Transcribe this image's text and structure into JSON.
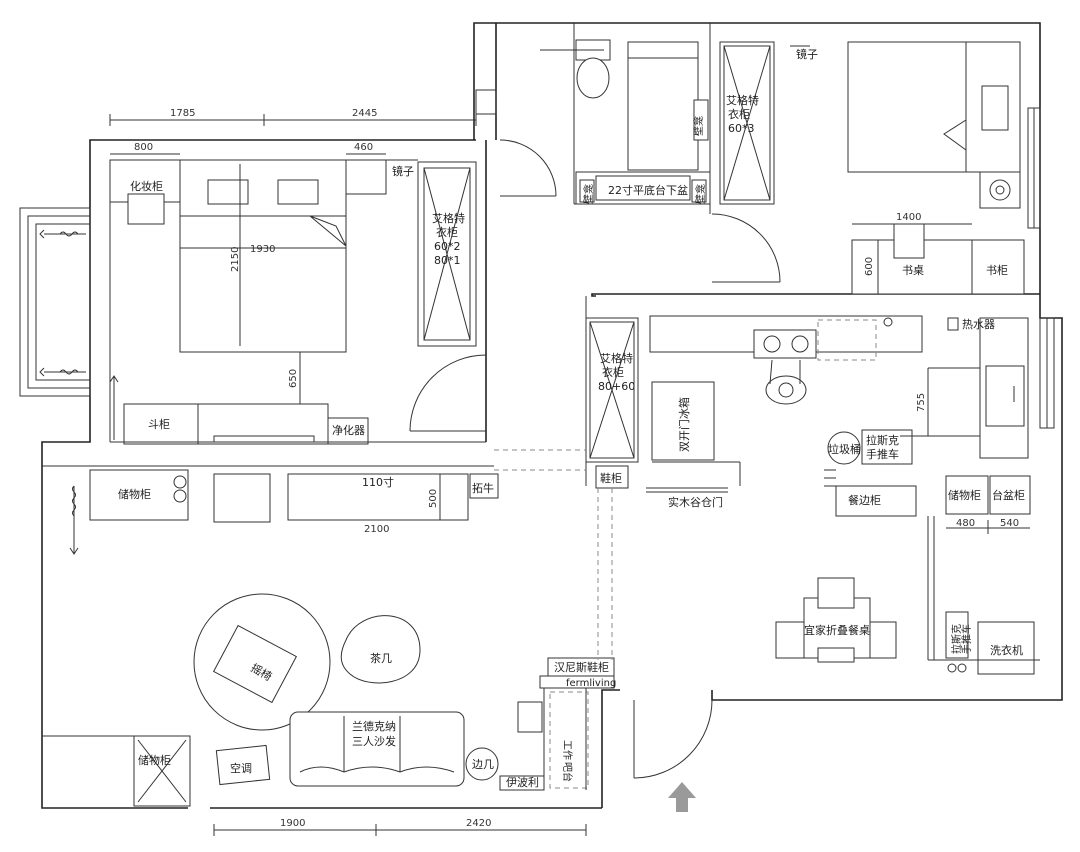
{
  "dimensions": {
    "top_a": "1785",
    "top_b": "2445",
    "vanity_w": "800",
    "mirror_w": "460",
    "bed_w": "1930",
    "bed_l": "2150",
    "bed_gap": "650",
    "desk_w": "1400",
    "desk_d": "600",
    "kitchen_d": "755",
    "tv_w": "2100",
    "tv_d": "500",
    "cab_a": "480",
    "cab_b": "540",
    "bottom_a": "1900",
    "bottom_b": "2420"
  },
  "labels": {
    "vanity": "化妆柜",
    "mirror_master": "镜子",
    "wardrobe_master_l1": "艾格特",
    "wardrobe_master_l2": "衣柜",
    "wardrobe_master_l3": "60*2",
    "wardrobe_master_l4": "80*1",
    "chest": "斗柜",
    "purifier": "净化器",
    "mirror_second": "镜子",
    "wardrobe_second_l1": "艾格特",
    "wardrobe_second_l2": "衣柜",
    "wardrobe_second_l3": "60*3",
    "shelf_a": "壁龛",
    "shelf_b": "壁龛",
    "shelf_c": "壁龛",
    "basin": "22寸平底台下盆",
    "desk": "书桌",
    "bookcase": "书柜",
    "water_heater": "热水器",
    "wardrobe_hall_l1": "艾格特",
    "wardrobe_hall_l2": "衣柜",
    "wardrobe_hall_l3": "80+60",
    "fridge": "双开门冰箱",
    "trash": "垃圾桶",
    "trolley_l1": "拉斯克",
    "trolley_l2": "手推车",
    "shoe_cabinet": "鞋柜",
    "barn_door": "实木谷仓门",
    "sideboard": "餐边柜",
    "storage_kitchen": "储物柜",
    "sink_cabinet": "台盆柜",
    "storage_living": "储物柜",
    "tv": "110寸",
    "tuoniu": "拓牛",
    "dining_table": "宜家折叠餐桌",
    "trolley2_l1": "拉斯克",
    "trolley2_l2": "手推车",
    "washer": "洗衣机",
    "rocking_chair": "摇椅",
    "coffee_table": "茶几",
    "hemnes": "汉尼斯鞋柜",
    "fermliving": "fermliving",
    "sofa_l1": "兰德克纳",
    "sofa_l2": "三人沙发",
    "side_table": "边几",
    "ipoli": "伊波利",
    "bar_l1": "工作",
    "bar_l2": "吧台",
    "ac": "空调",
    "storage_corner": "储物柜"
  }
}
